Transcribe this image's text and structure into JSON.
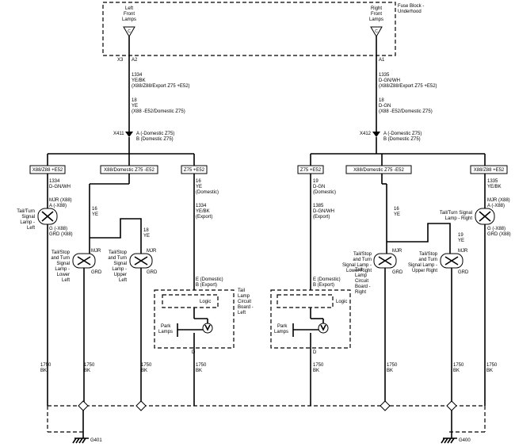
{
  "fuse_block": {
    "label_line1": "Fuse Block -",
    "label_line2": "Underhood"
  },
  "left_front_lamps": {
    "line1": "Left",
    "line2": "Front",
    "line3": "Lamps",
    "pin": "C"
  },
  "right_front_lamps": {
    "line1": "Right",
    "line2": "Front",
    "line3": "Lamps",
    "pin": "C"
  },
  "connectors": {
    "x3": "X3",
    "a2": "A2",
    "a1": "A1",
    "x411": "X411",
    "x412": "X412"
  },
  "left_feed": {
    "circuit": "1334",
    "color": "YE/BK",
    "options": "(X88/Z88/Export Z75 +E52)",
    "gauge2": "18",
    "color2": "YE",
    "options2": "(X88 -E52/Domestic Z75)"
  },
  "right_feed": {
    "circuit": "1335",
    "color": "D-GN/WH",
    "options": "(X88/Z88/Export Z75 +E52)",
    "gauge2": "18",
    "color2": "D-GN",
    "options2": "(X88 -E52/Domestic Z75)"
  },
  "x411_pins": {
    "a": "A (-Domestic Z75)",
    "b": "B (Domestic Z75)"
  },
  "x412_pins": {
    "a": "A (-Domestic Z75)",
    "b": "B (Domestic Z75)"
  },
  "left_options": {
    "o1": "X88/Z88 +E52",
    "o2": "X88/Domestic Z75 -E52",
    "o3": "Z75 +E52"
  },
  "right_options": {
    "o1": "Z75 +E52",
    "o2": "X88/Domestic Z75 -E52",
    "o3": "X88/Z88 +E52"
  },
  "left_wires": {
    "w1_circuit": "1334",
    "w1_color": "D-GN/WH",
    "w1_mjr": "MJR (X88)",
    "w1_a": "A (-X88)",
    "w2_gauge": "16",
    "w2_color": "YE",
    "w3_gauge": "18",
    "w3_color": "YE",
    "w4_gauge": "16",
    "w4_color": "YE",
    "w4_opt": "(Domestic)",
    "w4_circuit": "1334",
    "w4_color2": "YE/BK",
    "w4_opt2": "(Export)"
  },
  "right_wires": {
    "w1_gauge": "19",
    "w1_color": "D-GN",
    "w1_opt": "(Domestic)",
    "w1_circuit": "1385",
    "w1_color2": "D-GN/WH",
    "w1_opt2": "(Export)",
    "w2_gauge": "16",
    "w2_color": "YE",
    "w3_gauge": "19",
    "w3_color": "YE",
    "w4_circuit": "1335",
    "w4_color": "YE/BK",
    "w4_mjr": "MJR (X88)",
    "w4_a": "A (-X88)"
  },
  "lamps_left": {
    "sig_l1": "Tail/Turn",
    "sig_l2": "Signal",
    "sig_l3": "Lamp -",
    "sig_l4": "Left",
    "sig_g": "G (-X88)",
    "sig_grd": "GRD (X88)",
    "lower_l1": "Tail/Stop",
    "lower_l2": "and Turn",
    "lower_l3": "Signal",
    "lower_l4": "Lamp -",
    "lower_l5": "Lower",
    "lower_l6": "Left",
    "upper_l1": "Tail/Stop",
    "upper_l2": "and Turn",
    "upper_l3": "Signal",
    "upper_l4": "Lamp -",
    "upper_l5": "Upper",
    "upper_l6": "Left",
    "mjr": "MJR",
    "grd": "GRD"
  },
  "lamps_right": {
    "sig_l1": "Tail/Turn Signal",
    "sig_l2": "Lamp - Right",
    "sig_g": "G (-X88)",
    "sig_grd": "GRD (X88)",
    "lower_l1": "Tail/Stop",
    "lower_l2": "and Turn",
    "lower_l3": "Signal Lamp -",
    "lower_l4": "Lower Right",
    "upper_l1": "Tail/Stop",
    "upper_l2": "and Turn",
    "upper_l3": "Signal Lamp -",
    "upper_l4": "Upper Right",
    "mjr": "MJR",
    "grd": "GRD"
  },
  "board_left": {
    "e_pin": "E (Domestic)",
    "b_pin": "B (Export)",
    "logic": "Logic",
    "park1": "Park",
    "park2": "Lamps",
    "d_pin": "D",
    "name1": "Tail",
    "name2": "Lamp",
    "name3": "Circuit",
    "name4": "Board -",
    "name5": "Left"
  },
  "board_right": {
    "e_pin": "E (Domestic)",
    "b_pin": "B (Export)",
    "logic": "Logic",
    "park1": "Park",
    "park2": "Lamps",
    "d_pin": "D",
    "name1": "Tail",
    "name2": "Lamp",
    "name3": "Circuit",
    "name4": "Board -",
    "name5": "Right"
  },
  "ground_wire": {
    "circuit": "1750",
    "color": "BK"
  },
  "grounds": {
    "left": "G401",
    "right": "G400"
  }
}
